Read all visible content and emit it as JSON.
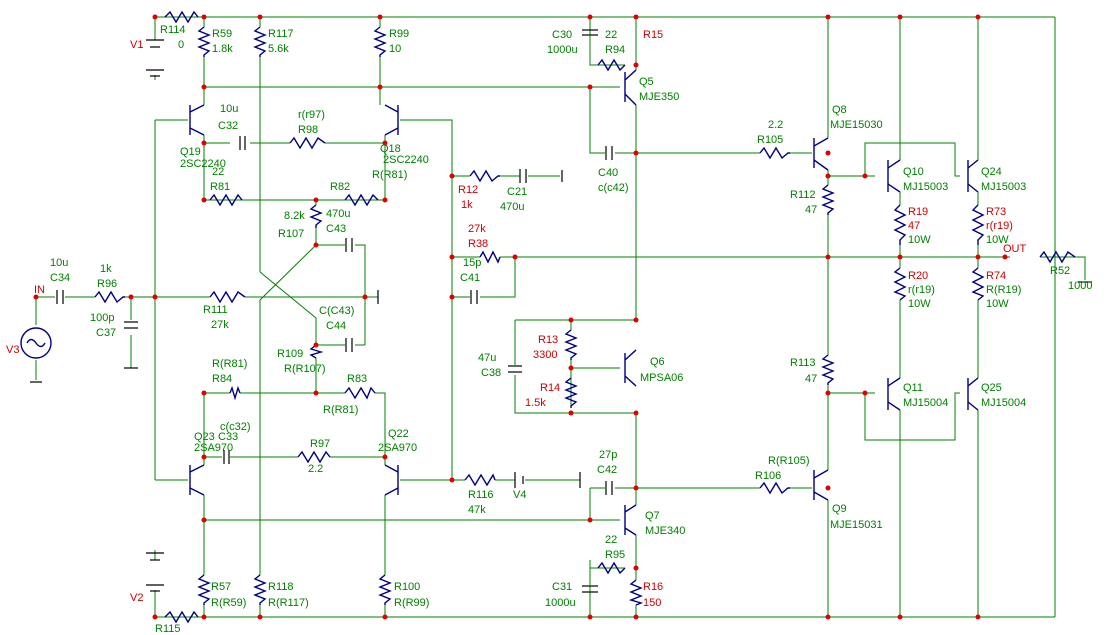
{
  "nets": {
    "in": "IN",
    "out": "OUT"
  },
  "parts": {
    "v1": {
      "ref": "V1"
    },
    "v2": {
      "ref": "V2"
    },
    "v3": {
      "ref": "V3"
    },
    "v4": {
      "ref": "V4"
    },
    "r114": {
      "ref": "R114",
      "val": "0"
    },
    "r59": {
      "ref": "R59",
      "val": "1.8k"
    },
    "r117": {
      "ref": "R117",
      "val": "5.6k"
    },
    "r99": {
      "ref": "R99",
      "val": "10"
    },
    "c30": {
      "ref": "C30",
      "val": "1000u"
    },
    "r94": {
      "ref": "R94",
      "val": "22"
    },
    "r15": {
      "ref": "R15"
    },
    "q5": {
      "ref": "Q5",
      "val": "MJE350"
    },
    "q19": {
      "ref": "Q19",
      "val": "2SC2240"
    },
    "c32": {
      "ref": "C32",
      "val": "10u"
    },
    "r98": {
      "ref": "R98",
      "val": "r(r97)"
    },
    "q18": {
      "ref": "Q18",
      "val": "2SC2240"
    },
    "r81": {
      "ref": "R81",
      "val": "22"
    },
    "r82": {
      "ref": "R82",
      "val": "R(R81)"
    },
    "r107": {
      "ref": "R107",
      "val": "8.2k"
    },
    "c43": {
      "ref": "C43",
      "val": "470u"
    },
    "r12": {
      "ref": "R12",
      "val": "1k"
    },
    "c21": {
      "ref": "C21",
      "val": "470u"
    },
    "c40": {
      "ref": "C40",
      "val": "c(c42)"
    },
    "r105": {
      "ref": "R105",
      "val": "2.2"
    },
    "q8": {
      "ref": "Q8",
      "val": "MJE15030"
    },
    "r112": {
      "ref": "R112",
      "val": "47"
    },
    "q10": {
      "ref": "Q10",
      "val": "MJ15003"
    },
    "q24": {
      "ref": "Q24",
      "val": "MJ15003"
    },
    "r19": {
      "ref": "R19",
      "val": "47",
      "w": "10W"
    },
    "r73": {
      "ref": "R73",
      "val": "r(r19)",
      "w": "10W"
    },
    "r38": {
      "ref": "R38",
      "val": "27k"
    },
    "c41": {
      "ref": "C41",
      "val": "15p"
    },
    "r52": {
      "ref": "R52",
      "val": "1000"
    },
    "c34": {
      "ref": "C34",
      "val": "10u"
    },
    "r96": {
      "ref": "R96",
      "val": "1k"
    },
    "c37": {
      "ref": "C37",
      "val": "100p"
    },
    "r111": {
      "ref": "R111",
      "val": "27k"
    },
    "c44": {
      "ref": "C44",
      "val": "C(C43)"
    },
    "r20": {
      "ref": "R20",
      "val": "r(r19)",
      "w": "10W"
    },
    "r74": {
      "ref": "R74",
      "val": "R(R19)",
      "w": "10W"
    },
    "r13": {
      "ref": "R13",
      "val": "3300"
    },
    "c38": {
      "ref": "C38",
      "val": "47u"
    },
    "q6": {
      "ref": "Q6",
      "val": "MPSA06"
    },
    "r14": {
      "ref": "R14",
      "val": "1.5k"
    },
    "r109": {
      "ref": "R109",
      "val": "R(R107)"
    },
    "r84": {
      "ref": "R84",
      "val": "R(R81)"
    },
    "r83": {
      "ref": "R83",
      "val": "R(R81)"
    },
    "r113": {
      "ref": "R113",
      "val": "47"
    },
    "q11": {
      "ref": "Q11",
      "val": "MJ15004"
    },
    "q25": {
      "ref": "Q25",
      "val": "MJ15004"
    },
    "q23": {
      "ref": "Q23",
      "val": "2SA970"
    },
    "c33": {
      "ref": "C33",
      "val": "c(c32)"
    },
    "r97": {
      "ref": "R97",
      "val": "2.2"
    },
    "q22": {
      "ref": "Q22",
      "val": "2SA970"
    },
    "c42": {
      "ref": "C42",
      "val": "27p"
    },
    "r106": {
      "ref": "R106",
      "val": "R(R105)"
    },
    "r116": {
      "ref": "R116",
      "val": "47k"
    },
    "q7": {
      "ref": "Q7",
      "val": "MJE340"
    },
    "q9": {
      "ref": "Q9",
      "val": "MJE15031"
    },
    "r95": {
      "ref": "R95",
      "val": "22"
    },
    "c31": {
      "ref": "C31",
      "val": "1000u"
    },
    "r16": {
      "ref": "R16",
      "val": "150"
    },
    "r57": {
      "ref": "R57",
      "val": "R(R59)"
    },
    "r118": {
      "ref": "R118",
      "val": "R(R117)"
    },
    "r100": {
      "ref": "R100",
      "val": "R(R99)"
    },
    "r115": {
      "ref": "R115"
    }
  }
}
